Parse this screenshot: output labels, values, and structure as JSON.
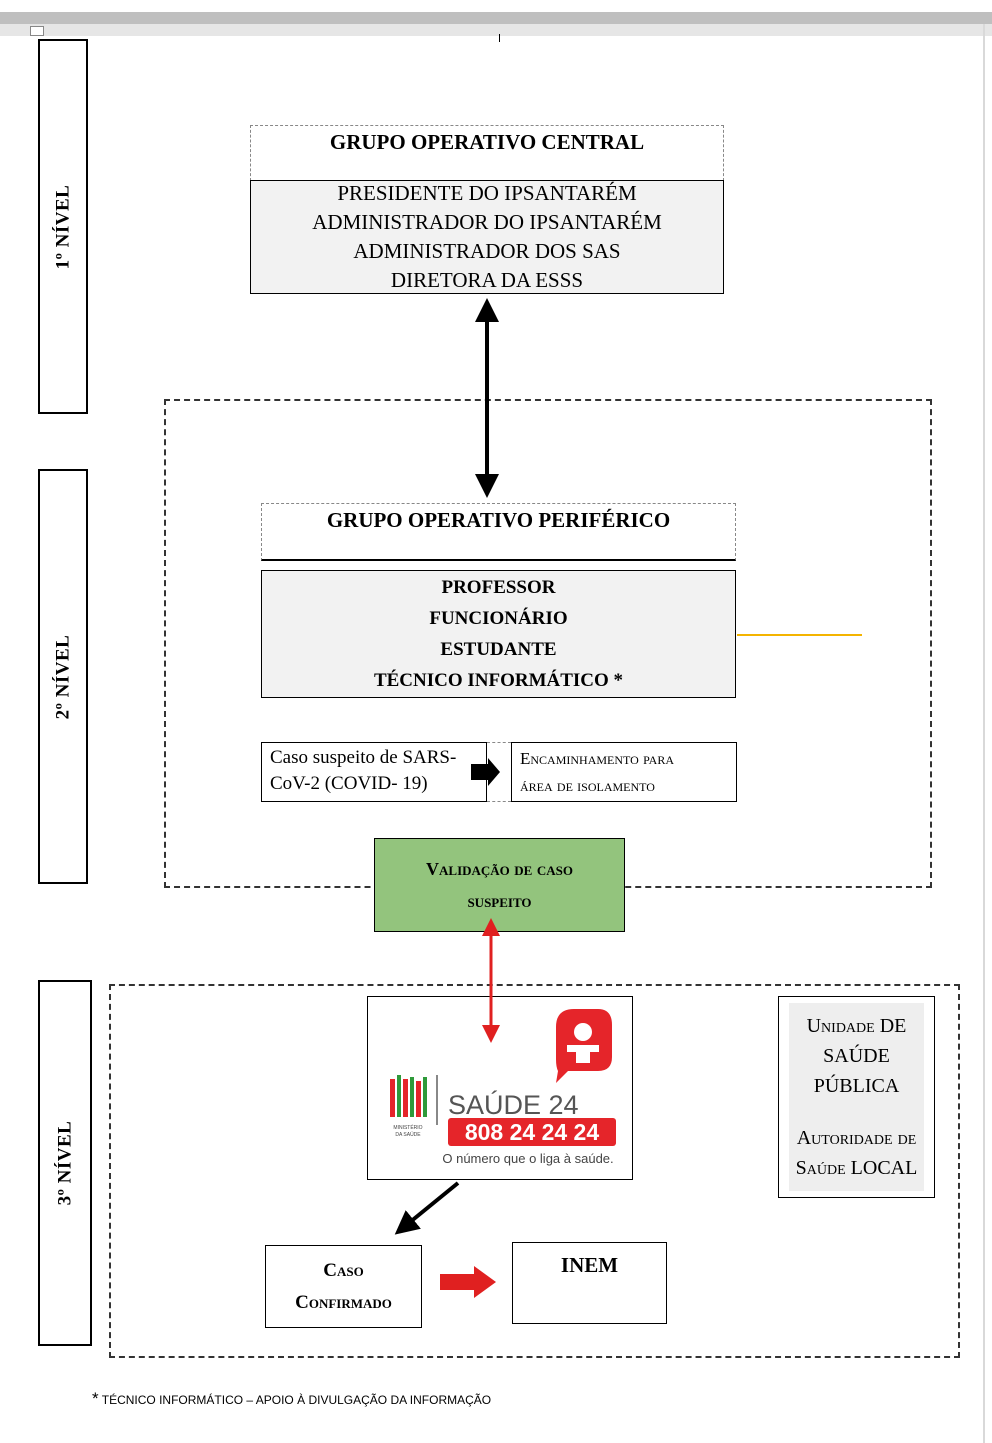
{
  "levels": {
    "level1": "1º NÍVEL",
    "level2": "2º NÍVEL",
    "level3": "3º NÍVEL"
  },
  "central": {
    "title": "GRUPO OPERATIVO CENTRAL",
    "members": [
      "PRESIDENTE DO IPSANTARÉM",
      "ADMINISTRADOR DO IPSANTARÉM",
      "ADMINISTRADOR DOS SAS",
      "DIRETORA DA ESSS"
    ]
  },
  "peripheral": {
    "title": "GRUPO OPERATIVO PERIFÉRICO",
    "members": [
      "PROFESSOR",
      "FUNCIONÁRIO",
      "ESTUDANTE",
      "TÉCNICO INFORMÁTICO *"
    ]
  },
  "suspect": {
    "case_line1": "Caso suspeito de SARS-",
    "case_line2": "CoV-2 (COVID- 19)",
    "referral_line1": "Encaminhamento para",
    "referral_line2": "área de isolamento"
  },
  "validation": {
    "line1": "Validação de caso",
    "line2": "suspeito"
  },
  "saude24": {
    "ministry_line1": "MINISTÉRIO",
    "ministry_line2": "DA SAÚDE",
    "brand": "SAÚDE 24",
    "phone": "808 24 24 24",
    "tagline": "O número que o liga à saúde."
  },
  "public_health": {
    "line1": "Unidade DE",
    "line2": "SAÚDE",
    "line3": "PÚBLICA",
    "line4": "Autoridade de",
    "line5": "Saúde LOCAL"
  },
  "confirmed": {
    "line1": "Caso",
    "line2": "Confirmado"
  },
  "inem": "INEM",
  "footnote": {
    "star": "*",
    "text": "TÉCNICO INFORMÁTICO – APOIO À DIVULGAÇÃO DA INFORMAÇÃO"
  },
  "colors": {
    "validation_green": "#93c47d",
    "arrow_red": "#e02020",
    "connector_orange": "#f4b400",
    "logo_red": "#e5252a"
  }
}
